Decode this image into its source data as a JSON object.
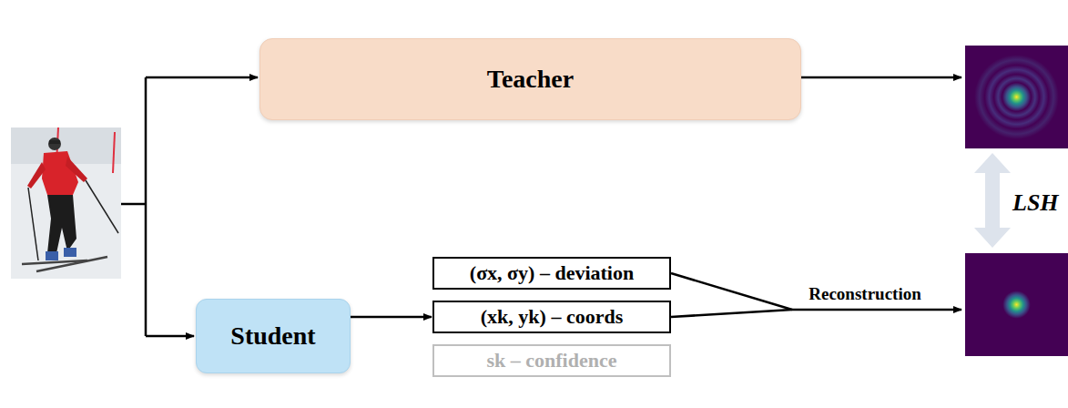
{
  "diagram": {
    "nodes": [
      {
        "text": [
          "Teacher"
        ]
      },
      {
        "text": [
          "Student"
        ]
      },
      {
        "text": [
          "(σx, σy) – deviation"
        ]
      },
      {
        "text": [
          "(xk, yk) – coords"
        ]
      },
      {
        "text": [
          "sk – confidence"
        ]
      }
    ],
    "edges": [
      {
        "from": 1,
        "to": 3,
        "arrow": "to"
      }
    ],
    "labels": [
      "Reconstruction",
      "LSH"
    ]
  }
}
